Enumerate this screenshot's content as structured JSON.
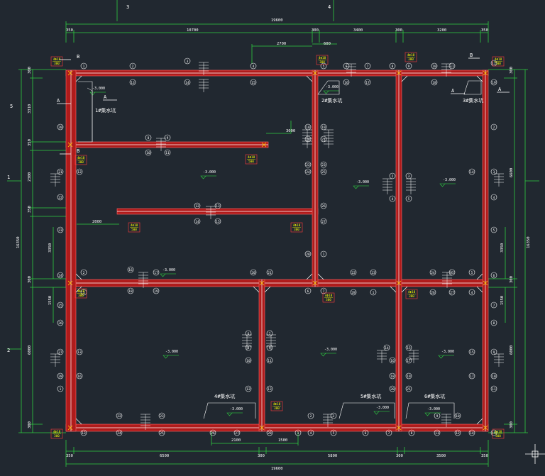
{
  "app": {
    "title": "CAD Structural Drawing",
    "background": "#212830"
  },
  "colors": {
    "beam_fill": "#b01b1b",
    "beam_edge": "#ff6b6b",
    "dim": "#2ecc40",
    "text": "#ffffff",
    "tag": "#ffff00",
    "tag_border": "#ff3b3b"
  },
  "top_axes": [
    "3",
    "4"
  ],
  "side_axes": {
    "left": [
      "5",
      "1",
      "2"
    ]
  },
  "top_dims": {
    "overall": "19600",
    "segments": [
      "350",
      "10700",
      "300",
      "3400",
      "300",
      "3200",
      "350"
    ],
    "partial": "2700",
    "partial_small": "600"
  },
  "bottom_dims": {
    "overall": "19600",
    "segments": [
      "350",
      "6500",
      "300",
      "5800",
      "300",
      "3500",
      "350"
    ],
    "sub": [
      "2100",
      "1500"
    ]
  },
  "left_dims": {
    "overall": "16350",
    "segments": [
      "300",
      "3310",
      "350",
      "2300",
      "350",
      "3350",
      "300",
      "1550",
      "6000",
      "300"
    ]
  },
  "right_dims": {
    "overall": "16350",
    "segments": [
      "300",
      "6600",
      "3350",
      "300",
      "1550",
      "6000",
      "300"
    ]
  },
  "beam_dims": {
    "upper": "3000",
    "lower": "2000"
  },
  "tanks": [
    {
      "label": "1#集水坑"
    },
    {
      "label": "2#集水坑"
    },
    {
      "label": "3#集水坑"
    },
    {
      "label": "4#集水坑"
    },
    {
      "label": "5#集水坑"
    },
    {
      "label": "6#集水坑"
    }
  ],
  "elevations": [
    "-3.000",
    "-3.000",
    "-3.000",
    "-3.000",
    "-3.000",
    "-3.000",
    "-3.000",
    "-3.000",
    "-3.000",
    "-3.000",
    "-3.000",
    "-3.000"
  ],
  "tags": {
    "main": "4Φ18",
    "sub": "300",
    "sub_alt": "500",
    "sub_alt2": "350"
  },
  "section_marks": {
    "a": "A",
    "b": "B"
  },
  "rebar_numbers": [
    "1",
    "2",
    "3",
    "4",
    "5",
    "6",
    "7",
    "8",
    "9",
    "10",
    "11",
    "12",
    "13",
    "14",
    "15",
    "16",
    "17",
    "18",
    "19",
    "20",
    "21",
    "22",
    "23",
    "24",
    "25",
    "26",
    "27",
    "28"
  ]
}
